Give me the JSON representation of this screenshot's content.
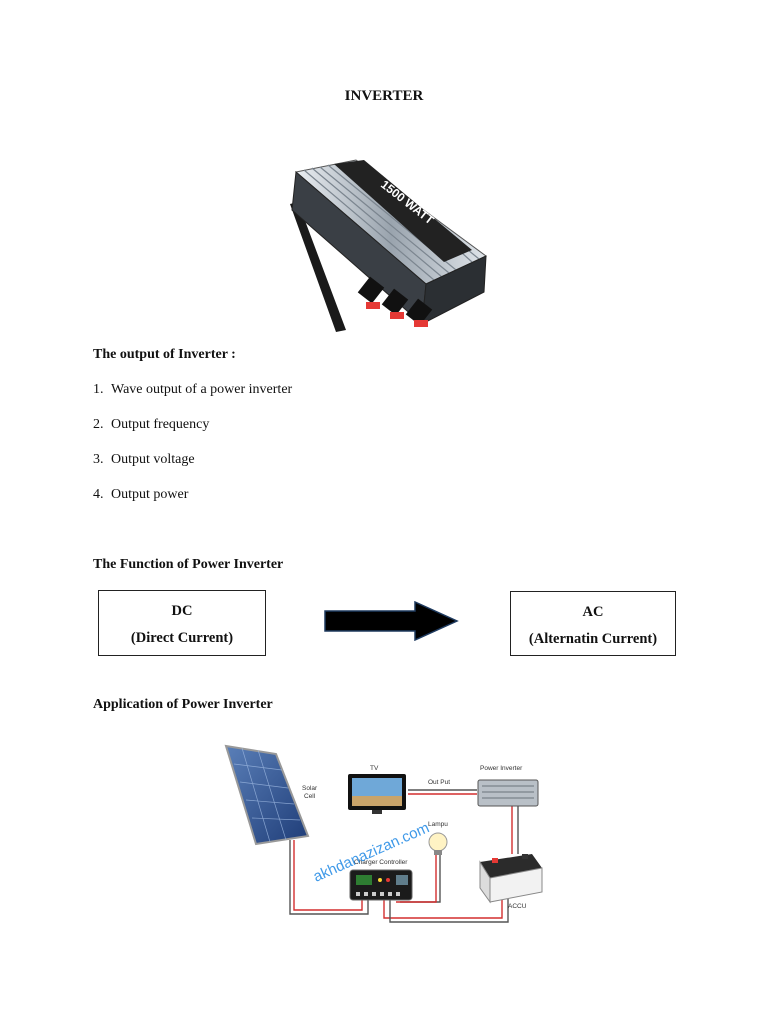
{
  "document": {
    "title": "INVERTER",
    "output_section": {
      "heading": "The output of Inverter :",
      "items": [
        {
          "num": "1.",
          "text": "Wave output of a power inverter"
        },
        {
          "num": "2.",
          "text": "Output frequency"
        },
        {
          "num": "3.",
          "text": "Output voltage"
        },
        {
          "num": "4.",
          "text": "Output power"
        }
      ]
    },
    "function_section": {
      "heading": "The Function of Power Inverter",
      "left_box": {
        "line1": "DC",
        "line2": "(Direct Current)"
      },
      "right_box": {
        "line1": "AC",
        "line2": "(Alternatin Current)"
      }
    },
    "application_section": {
      "heading": "Application of Power Inverter",
      "diagram_labels": {
        "solar": "Solar",
        "cell": "Cell",
        "tv": "TV",
        "out_put": "Out Put",
        "power_inverter": "Power Inverter",
        "lampu": "Lampu",
        "charger_controller": "Charger Controller",
        "accu": "ACCU",
        "watermark": "akhdanazizan.com"
      }
    },
    "inverter_label": "1500 WATT"
  }
}
